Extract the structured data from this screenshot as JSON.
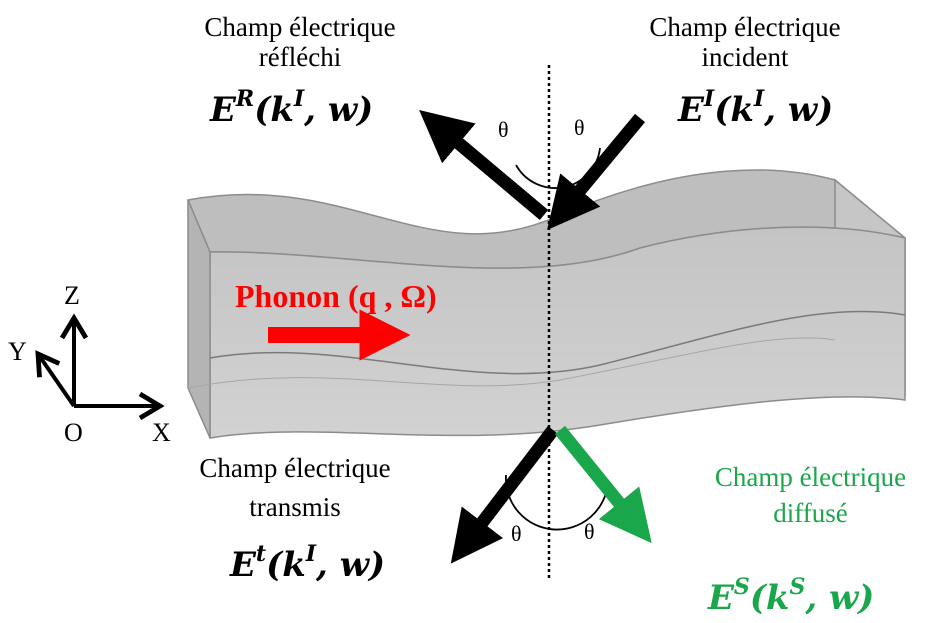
{
  "colors": {
    "black": "#000000",
    "phonon_red": "#ff0000",
    "scattered_green": "#1aa64a",
    "slab_face": "#c9c9c9",
    "slab_top": "#bdbdbd",
    "slab_edge": "#8c8c8c"
  },
  "labels": {
    "reflected": {
      "line1": "Champ électrique",
      "line2": "réfléchi",
      "eq_base": "E",
      "eq_sup": "R",
      "eq_arg_k": "k",
      "eq_arg_k_sup": "I",
      "eq_arg_rest": ", w)"
    },
    "incident": {
      "line1": "Champ électrique",
      "line2": "incident",
      "eq_base": "E",
      "eq_sup": "I",
      "eq_arg_k": "k",
      "eq_arg_k_sup": "I",
      "eq_arg_rest": ", w)"
    },
    "transmitted": {
      "line1": "Champ électrique",
      "line2": "transmis",
      "eq_base": "E",
      "eq_sup": "t",
      "eq_arg_k": "k",
      "eq_arg_k_sup": "I",
      "eq_arg_rest": ", w)"
    },
    "scattered": {
      "line1": "Champ électrique",
      "line2": "diffusé",
      "eq_base": "E",
      "eq_sup": "S",
      "eq_arg_k": "k",
      "eq_arg_k_sup": "S",
      "eq_arg_rest": ", w)"
    },
    "phonon": "Phonon (q , Ω)",
    "theta": "θ",
    "paren_open": "("
  },
  "axes": {
    "x": "X",
    "y": "Y",
    "z": "Z",
    "origin": "O"
  }
}
